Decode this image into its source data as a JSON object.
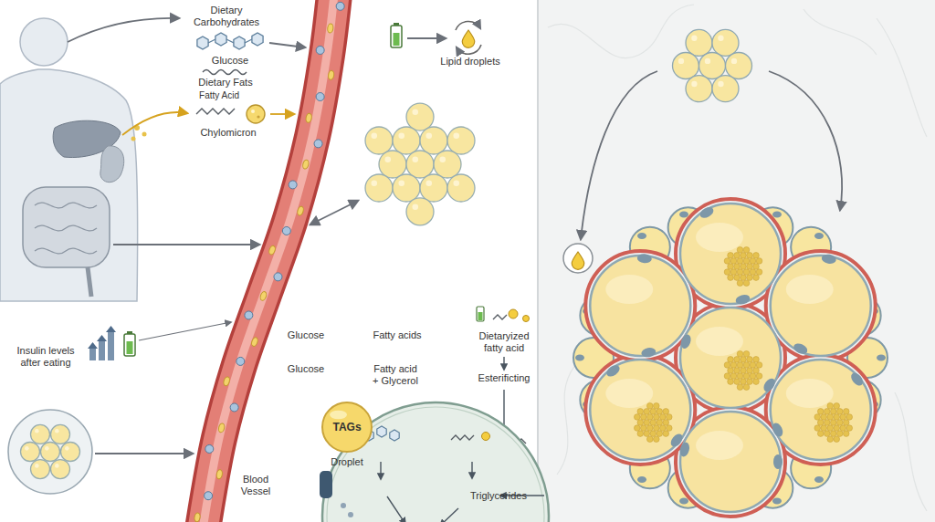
{
  "diagram": {
    "nodes": [
      {
        "text": [
          "Glucose",
          "Glucose",
          "Fatty acids",
          "Fatty acid + Glycerol"
        ]
      },
      {
        "text": [
          "TAGs",
          "Droplet"
        ],
        "in": 0
      }
    ],
    "labels": [
      "Dietary Carbohydrates",
      "Glucose",
      "Dietary Fats",
      "Fatty Acid",
      "Chylomicron",
      "Lipid droplets",
      "Insulin levels after eating",
      "Dietaryized fatty acid",
      "Esterificting",
      "Blood Vessel",
      "Triglycerides"
    ]
  }
}
